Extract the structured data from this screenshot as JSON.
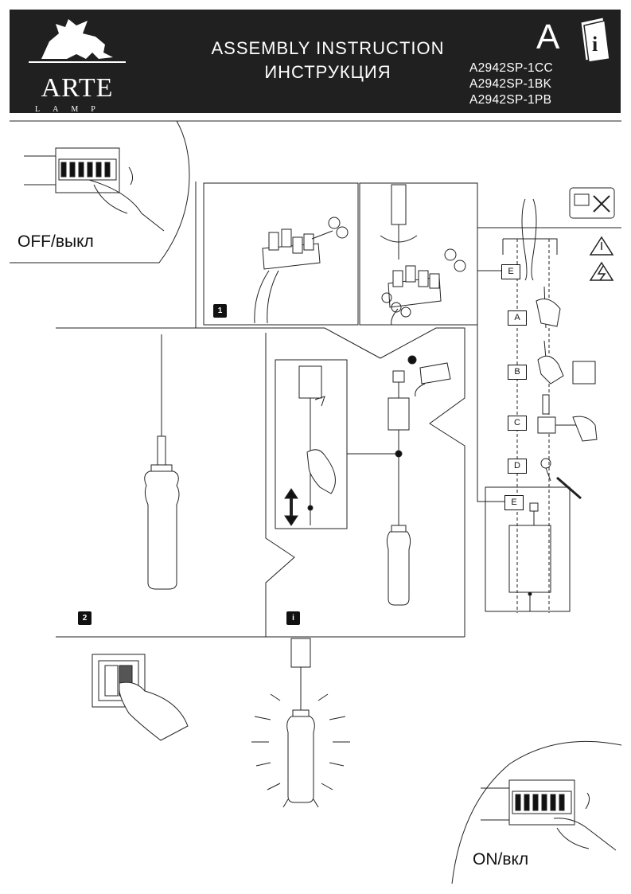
{
  "header": {
    "brand_name": "ARTE",
    "brand_sub": "LAMP",
    "title_en": "ASSEMBLY  INSTRUCTION",
    "title_ru": "ИНСТРУКЦИЯ",
    "letter": "A",
    "models": [
      "A2942SP-1CC",
      "A2942SP-1BK",
      "A2942SP-1PB"
    ]
  },
  "labels": {
    "off": "OFF/выкл",
    "on": "ON/вкл"
  },
  "steps": {
    "step1": "1",
    "step2": "2",
    "info": "i"
  },
  "tools": [
    "E",
    "A",
    "B",
    "C",
    "D",
    "E"
  ]
}
